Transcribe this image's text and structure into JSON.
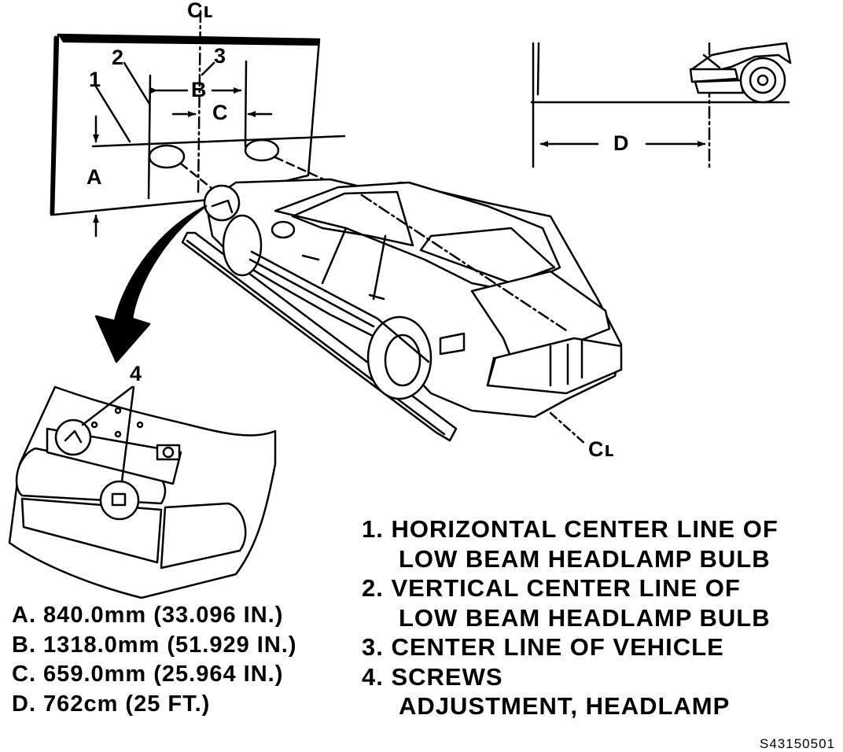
{
  "callouts": {
    "cl_top": "Cʟ",
    "cl_bottom": "Cʟ",
    "n1": "1",
    "n2": "2",
    "n3": "3",
    "n4": "4",
    "a": "A",
    "b": "B",
    "c": "C",
    "d": "D"
  },
  "dimensions": [
    "A. 840.0mm (33.096 IN.)",
    "B. 1318.0mm (51.929 IN.)",
    "C. 659.0mm (25.964 IN.)",
    "D. 762cm (25 FT.)"
  ],
  "legend": [
    "1. HORIZONTAL CENTER LINE OF",
    "LOW BEAM HEADLAMP BULB",
    "2. VERTICAL CENTER LINE OF",
    "LOW BEAM HEADLAMP BULB",
    "3. CENTER LINE OF VEHICLE",
    "4. SCREWS",
    "ADJUSTMENT, HEADLAMP"
  ],
  "figure_code": "S43150501"
}
